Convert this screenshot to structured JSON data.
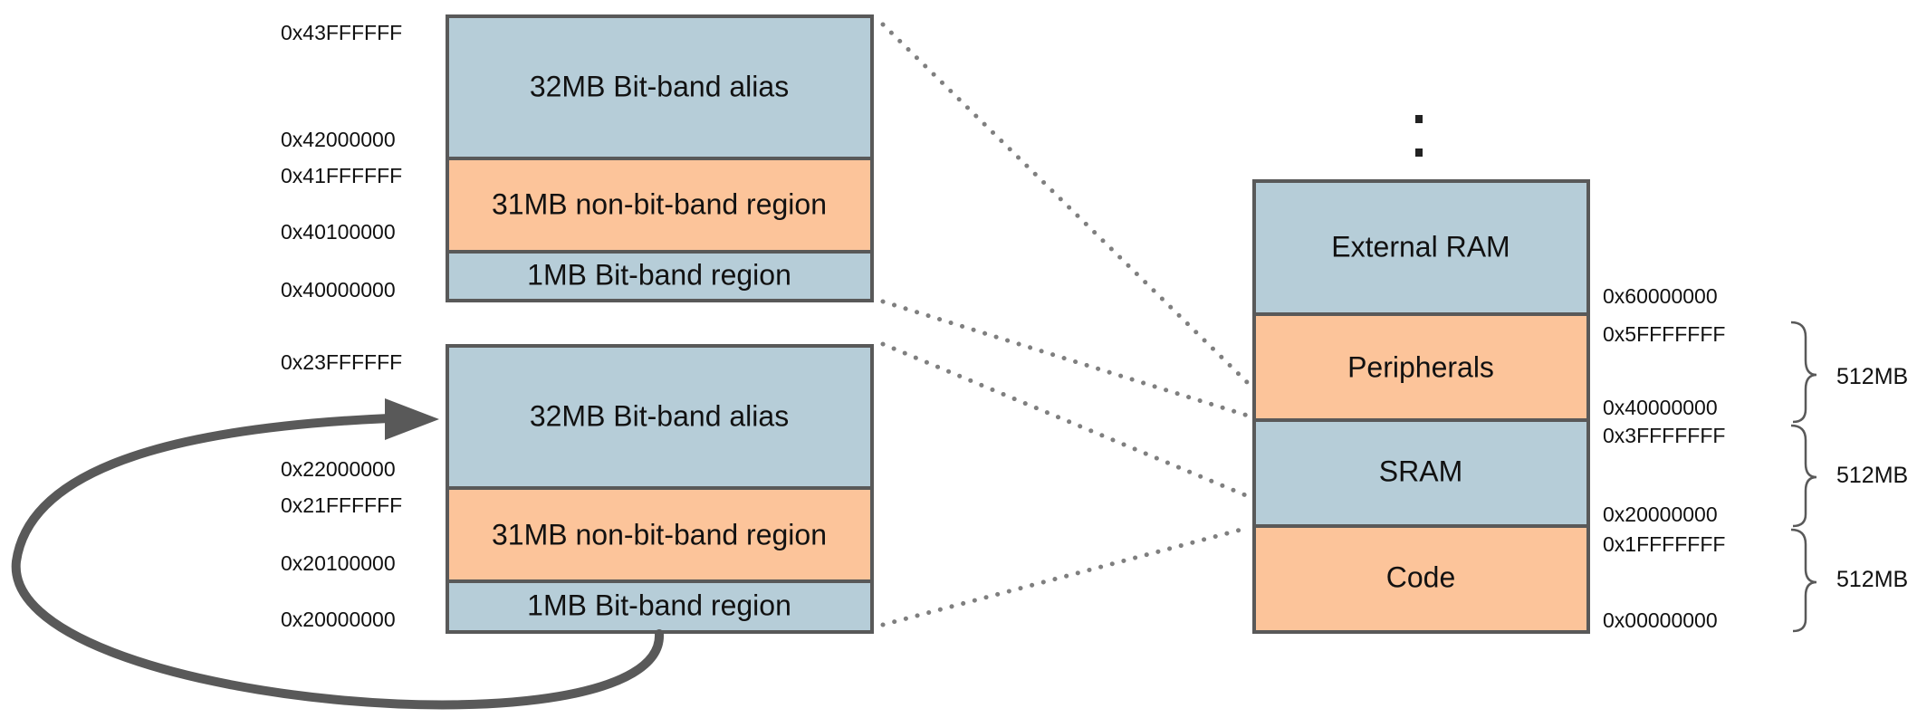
{
  "colors": {
    "blue": "#b6cdd8",
    "orange": "#fcc49a",
    "border": "#595959",
    "arrow": "#595959",
    "dots": "#7f7f7f"
  },
  "peripheral_block": {
    "alias_label": "32MB Bit-band alias",
    "nonbitband_label": "31MB non-bit-band region",
    "bitband_label": "1MB Bit-band region",
    "addr_top": "0x43FFFFFF",
    "addr_alias_start": "0x42000000",
    "addr_nonbitband_end": "0x41FFFFFF",
    "addr_nonbitband_start": "0x40100000",
    "addr_bitband_start": "0x40000000"
  },
  "sram_block": {
    "alias_label": "32MB Bit-band alias",
    "nonbitband_label": "31MB non-bit-band region",
    "bitband_label": "1MB Bit-band region",
    "addr_top": "0x23FFFFFF",
    "addr_alias_start": "0x22000000",
    "addr_nonbitband_end": "0x21FFFFFF",
    "addr_nonbitband_start": "0x20100000",
    "addr_bitband_start": "0x20000000"
  },
  "memory_map": {
    "external_ram_label": "External RAM",
    "peripherals_label": "Peripherals",
    "sram_label": "SRAM",
    "code_label": "Code",
    "addr_60000000": "0x60000000",
    "addr_5fffffff": "0x5FFFFFFF",
    "addr_40000000": "0x40000000",
    "addr_3fffffff": "0x3FFFFFFF",
    "addr_20000000": "0x20000000",
    "addr_1fffffff": "0x1FFFFFFF",
    "addr_00000000": "0x00000000",
    "size_peripherals": "512MB",
    "size_sram": "512MB",
    "size_code": "512MB"
  }
}
